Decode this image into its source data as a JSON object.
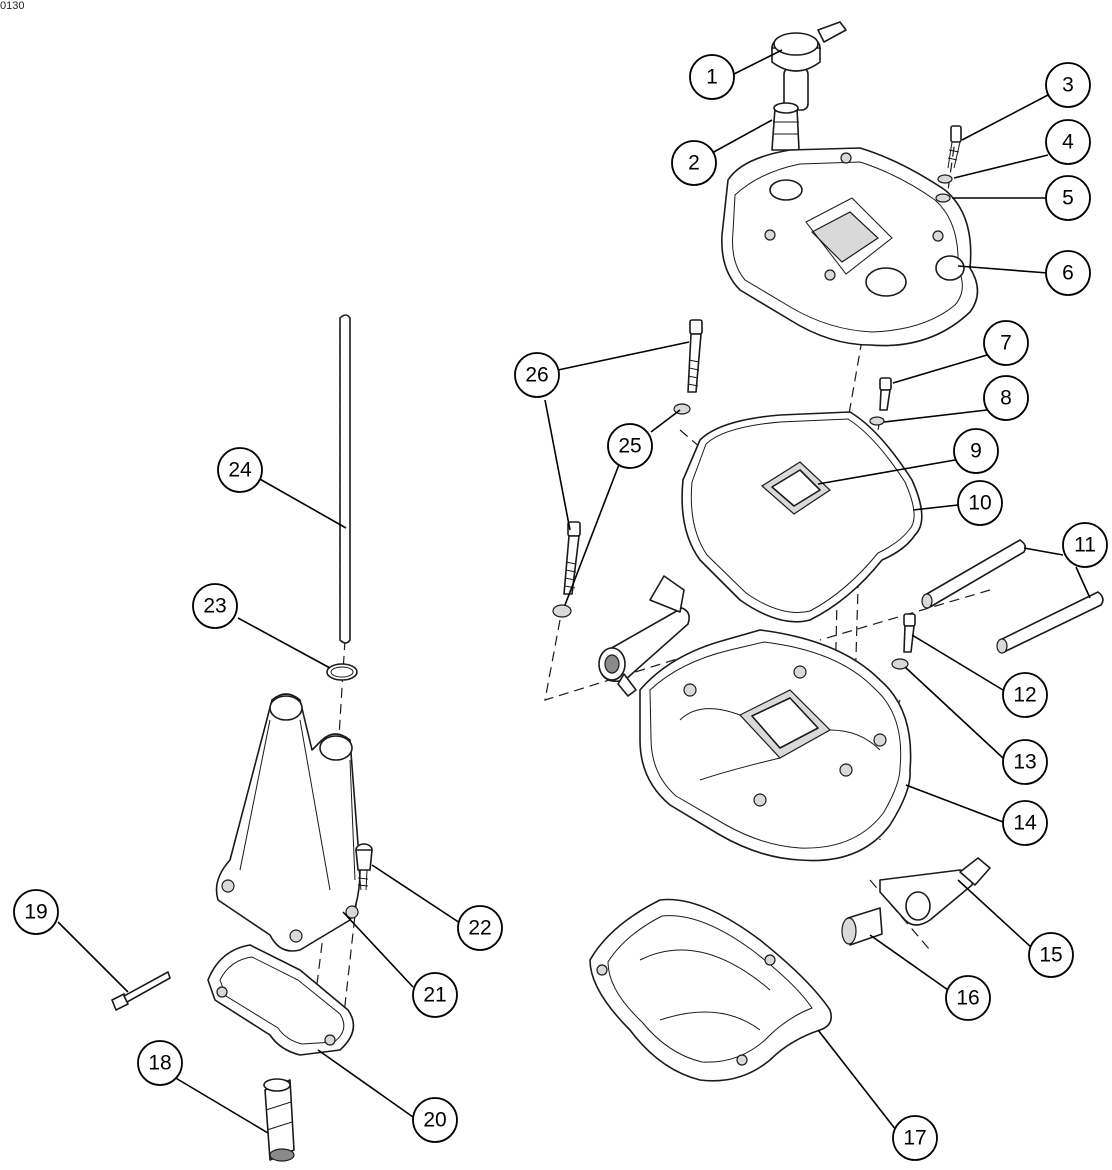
{
  "figure_id": "0130",
  "callouts": [
    {
      "number": "1"
    },
    {
      "number": "2"
    },
    {
      "number": "3"
    },
    {
      "number": "4"
    },
    {
      "number": "5"
    },
    {
      "number": "6"
    },
    {
      "number": "7"
    },
    {
      "number": "8"
    },
    {
      "number": "9"
    },
    {
      "number": "10"
    },
    {
      "number": "11"
    },
    {
      "number": "12"
    },
    {
      "number": "13"
    },
    {
      "number": "14"
    },
    {
      "number": "15"
    },
    {
      "number": "16"
    },
    {
      "number": "17"
    },
    {
      "number": "18"
    },
    {
      "number": "19"
    },
    {
      "number": "20"
    },
    {
      "number": "21"
    },
    {
      "number": "22"
    },
    {
      "number": "23"
    },
    {
      "number": "24"
    },
    {
      "number": "25"
    },
    {
      "number": "26"
    }
  ]
}
